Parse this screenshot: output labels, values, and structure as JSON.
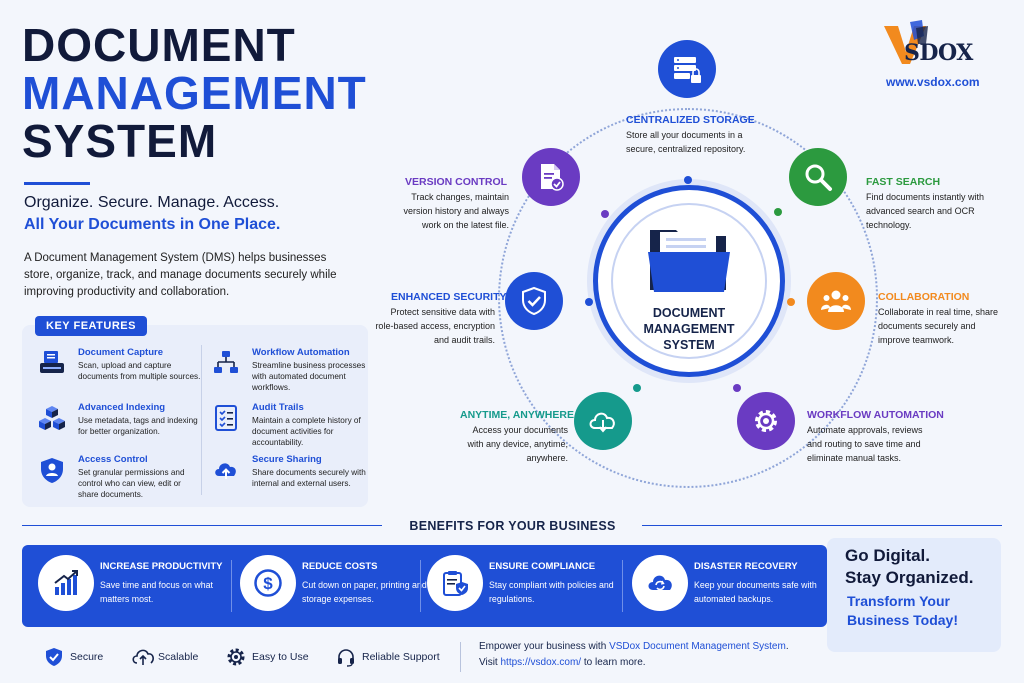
{
  "title": {
    "line1": "DOCUMENT",
    "line2": "MANAGEMENT",
    "line3": "SYSTEM",
    "tagline": "Organize. Secure. Manage. Access.",
    "tagline2": "All Your Documents in One Place.",
    "intro": "A Document Management System (DMS) helps businesses store, organize, track, and manage documents securely while improving productivity and collaboration."
  },
  "logo": {
    "v": "V",
    "text": "SDOX",
    "url": "www.vsdox.com"
  },
  "key_features": {
    "heading": "KEY FEATURES",
    "items": [
      {
        "name": "Document Capture",
        "desc": "Scan, upload and capture documents from multiple sources.",
        "icon": "scanner-icon"
      },
      {
        "name": "Advanced Indexing",
        "desc": "Use metadata, tags and indexing for better organization.",
        "icon": "cubes-icon"
      },
      {
        "name": "Access Control",
        "desc": "Set granular permissions and control who can view, edit or share documents.",
        "icon": "shield-user-icon"
      },
      {
        "name": "Workflow Automation",
        "desc": "Streamline business processes with automated document workflows.",
        "icon": "flowchart-icon"
      },
      {
        "name": "Audit Trails",
        "desc": "Maintain a complete history of document activities for accountability.",
        "icon": "checklist-icon"
      },
      {
        "name": "Secure Sharing",
        "desc": "Share documents securely with internal and external users.",
        "icon": "cloud-upload-icon"
      }
    ]
  },
  "hub": {
    "label": "DOCUMENT MANAGEMENT SYSTEM",
    "icon": "folder-icon"
  },
  "features": {
    "storage": {
      "title": "CENTRALIZED STORAGE",
      "desc": "Store all your documents in a secure, centralized repository.",
      "icon": "server-lock-icon",
      "color": "#1f4fd6"
    },
    "search": {
      "title": "FAST SEARCH",
      "desc": "Find documents instantly with advanced search and OCR technology.",
      "icon": "magnifier-icon",
      "color": "#2c9a3f"
    },
    "collab": {
      "title": "COLLABORATION",
      "desc": "Collaborate in real time, share documents securely and improve teamwork.",
      "icon": "team-icon",
      "color": "#f28a1e"
    },
    "workflow": {
      "title": "WORKFLOW AUTOMATION",
      "desc": "Automate approvals, reviews and routing to save time and eliminate manual tasks.",
      "icon": "gear-icon",
      "color": "#6a3bc2"
    },
    "anytime": {
      "title": "ANYTIME, ANYWHERE",
      "desc": "Access your documents with any device, anytime, anywhere.",
      "icon": "cloud-sync-icon",
      "color": "#159a8c"
    },
    "security": {
      "title": "ENHANCED SECURITY",
      "desc": "Protect sensitive data with role-based access, encryption and audit trails.",
      "icon": "shield-check-icon",
      "color": "#1f4fd6"
    },
    "version": {
      "title": "VERSION CONTROL",
      "desc": "Track changes, maintain version history and always work on the latest file.",
      "icon": "document-check-icon",
      "color": "#6a3bc2"
    }
  },
  "benefits": {
    "heading": "BENEFITS FOR YOUR BUSINESS",
    "items": [
      {
        "title": "INCREASE PRODUCTIVITY",
        "desc": "Save time and focus on what matters most.",
        "icon": "growth-chart-icon"
      },
      {
        "title": "REDUCE COSTS",
        "desc": "Cut down on paper, printing and storage expenses.",
        "icon": "dollar-icon"
      },
      {
        "title": "ENSURE COMPLIANCE",
        "desc": "Stay compliant with policies and regulations.",
        "icon": "clipboard-shield-icon"
      },
      {
        "title": "DISASTER RECOVERY",
        "desc": "Keep your documents safe with automated backups.",
        "icon": "cloud-backup-icon"
      }
    ]
  },
  "cta": {
    "line1": "Go Digital.",
    "line2": "Stay Organized.",
    "line3": "Transform Your",
    "line4": "Business Today!"
  },
  "footer": {
    "items": [
      {
        "label": "Secure",
        "icon": "shield-check-icon"
      },
      {
        "label": "Scalable",
        "icon": "cloud-upload-icon"
      },
      {
        "label": "Easy to Use",
        "icon": "gear-icon"
      },
      {
        "label": "Reliable Support",
        "icon": "headset-icon"
      }
    ],
    "line1_prefix": "Empower your business with ",
    "line1_link": "VSDox Document Management System",
    "line1_suffix": ".",
    "line2_prefix": "Visit ",
    "line2_link": "https://vsdox.com/",
    "line2_suffix": " to learn more."
  },
  "colors": {
    "brand_blue": "#1f4fd6",
    "navy": "#111a3a",
    "green": "#2c9a3f",
    "orange": "#f28a1e",
    "purple": "#6a3bc2",
    "teal": "#159a8c"
  }
}
